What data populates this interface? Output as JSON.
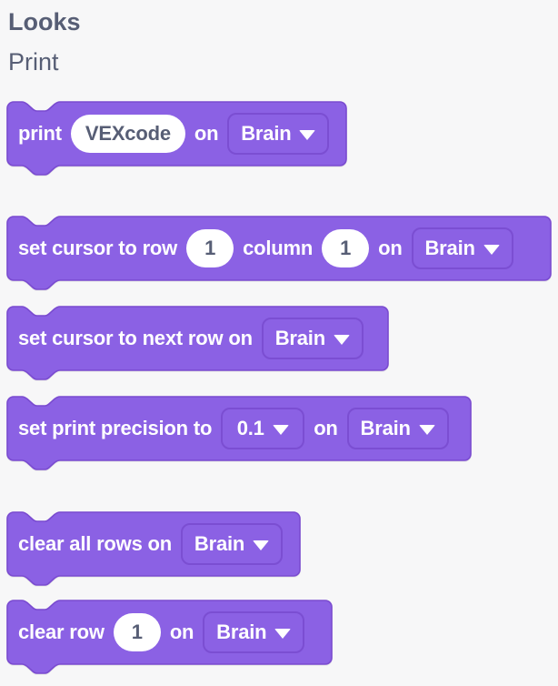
{
  "colors": {
    "background": "#f7f7f8",
    "block_fill": "#8b61e4",
    "block_border": "#7a4bd0",
    "block_text": "#ffffff",
    "input_fill": "#ffffff",
    "input_text": "#575e75",
    "header_text": "#575e75"
  },
  "header": {
    "category": "Looks",
    "section": "Print"
  },
  "blocks": [
    {
      "name": "print",
      "parts": [
        {
          "type": "label",
          "text": "print"
        },
        {
          "type": "text-input",
          "value": "VEXcode"
        },
        {
          "type": "label",
          "text": "on"
        },
        {
          "type": "dropdown",
          "value": "Brain"
        }
      ]
    },
    {
      "name": "set-cursor-to-row-column",
      "parts": [
        {
          "type": "label",
          "text": "set cursor to row"
        },
        {
          "type": "number-input",
          "value": "1"
        },
        {
          "type": "label",
          "text": "column"
        },
        {
          "type": "number-input",
          "value": "1"
        },
        {
          "type": "label",
          "text": "on"
        },
        {
          "type": "dropdown",
          "value": "Brain"
        }
      ]
    },
    {
      "name": "set-cursor-to-next-row",
      "parts": [
        {
          "type": "label",
          "text": "set cursor to next row on"
        },
        {
          "type": "dropdown",
          "value": "Brain"
        }
      ]
    },
    {
      "name": "set-print-precision",
      "parts": [
        {
          "type": "label",
          "text": "set print precision to"
        },
        {
          "type": "dropdown",
          "value": "0.1"
        },
        {
          "type": "label",
          "text": "on"
        },
        {
          "type": "dropdown",
          "value": "Brain"
        }
      ]
    },
    {
      "name": "clear-all-rows",
      "parts": [
        {
          "type": "label",
          "text": "clear all rows on"
        },
        {
          "type": "dropdown",
          "value": "Brain"
        }
      ]
    },
    {
      "name": "clear-row",
      "parts": [
        {
          "type": "label",
          "text": "clear row"
        },
        {
          "type": "number-input",
          "value": "1"
        },
        {
          "type": "label",
          "text": "on"
        },
        {
          "type": "dropdown",
          "value": "Brain"
        }
      ]
    }
  ]
}
